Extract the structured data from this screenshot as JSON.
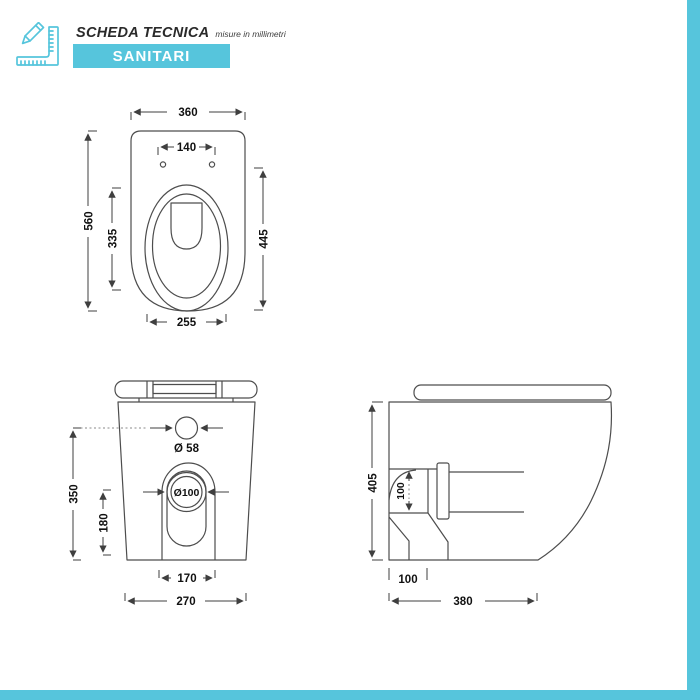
{
  "header": {
    "title": "SCHEDA TECNICA",
    "subtitle": "misure in millimetri",
    "banner": "SANITARI",
    "accent_color": "#56c5dc"
  },
  "drawings": {
    "top_view": {
      "total_width": "360",
      "hole_spacing": "140",
      "total_depth": "560",
      "bowl_length": "335",
      "seat_depth": "445",
      "front_width": "255"
    },
    "rear_view": {
      "inlet_diameter": "Ø 58",
      "outlet_diameter": "Ø100",
      "inlet_height": "350",
      "outlet_height": "180",
      "outlet_box_width": "170",
      "base_width": "270"
    },
    "side_view": {
      "total_height": "405",
      "outlet_size": "100",
      "outlet_wall_offset": "100",
      "total_depth": "380"
    }
  }
}
